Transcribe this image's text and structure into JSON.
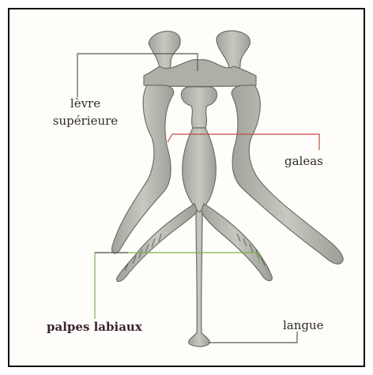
{
  "labels": {
    "levre_line1": "lèvre",
    "levre_line2": "supérieure",
    "galeas": "galeas",
    "palpes": "palpes labiaux",
    "langue": "langue"
  },
  "colors": {
    "part_fill": "#b9bab1",
    "part_stroke": "#6e6f69",
    "leader_red": "#c24b43",
    "leader_green": "#7fae52",
    "leader_dark": "#5a5a57"
  }
}
